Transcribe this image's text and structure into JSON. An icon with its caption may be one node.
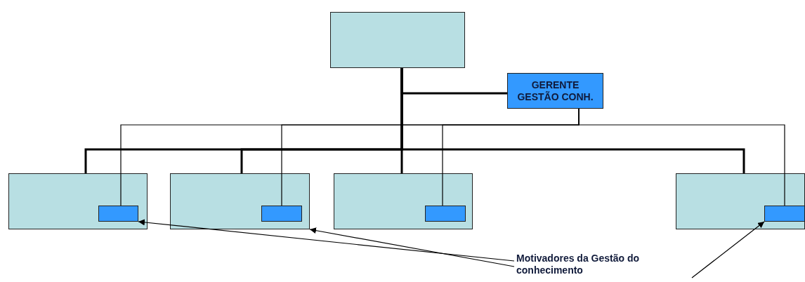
{
  "diagram": {
    "nodes": [
      {
        "text": [],
        "shape": "box"
      },
      {
        "text": [
          "GERENTE GESTÃO CONH."
        ]
      },
      {
        "text": [],
        "shape": "box"
      },
      {
        "text": [],
        "shape": "box"
      },
      {
        "text": [],
        "shape": "box"
      },
      {
        "text": [],
        "shape": "box"
      },
      {
        "text": [],
        "shape": "box",
        "in": 2
      },
      {
        "text": [],
        "shape": "box",
        "in": 3
      },
      {
        "text": [],
        "shape": "box",
        "in": 4
      },
      {
        "text": [],
        "shape": "box",
        "in": 5
      },
      {
        "text": [
          "Motivadores da Gestão do conhecimento"
        ]
      }
    ],
    "edges": [
      {
        "from": 0,
        "to": 1,
        "arrow": "none",
        "style": "thick"
      },
      {
        "from": 0,
        "to": 2,
        "arrow": "none",
        "style": "thick"
      },
      {
        "from": 0,
        "to": 3,
        "arrow": "none",
        "style": "thick"
      },
      {
        "from": 0,
        "to": 4,
        "arrow": "none",
        "style": "thick"
      },
      {
        "from": 0,
        "to": 5,
        "arrow": "none",
        "style": "thick"
      },
      {
        "from": 1,
        "to": 6,
        "arrow": "none"
      },
      {
        "from": 1,
        "to": 7,
        "arrow": "none"
      },
      {
        "from": 1,
        "to": 8,
        "arrow": "none"
      },
      {
        "from": 1,
        "to": 9,
        "arrow": "none"
      },
      {
        "from": 10,
        "to": 6,
        "arrow": "to"
      },
      {
        "from": 10,
        "to": 3,
        "arrow": "to"
      },
      {
        "from": 10,
        "to": 9,
        "arrow": "to"
      }
    ]
  }
}
